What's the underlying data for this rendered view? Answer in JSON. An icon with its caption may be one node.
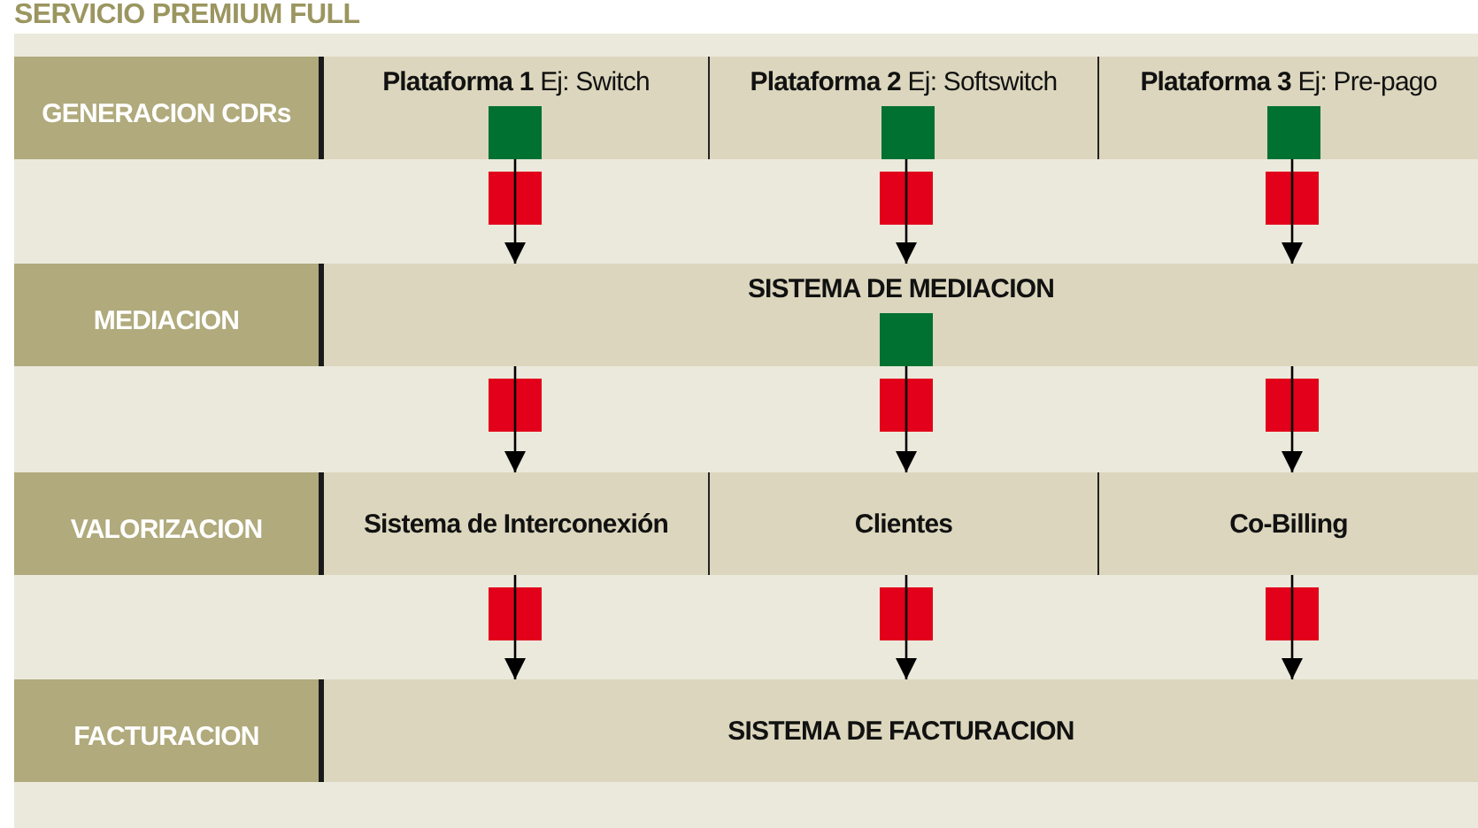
{
  "diagram": {
    "title": "SERVICIO PREMIUM FULL",
    "nodes": [
      {
        "text": [
          "GENERACION CDRs"
        ]
      },
      {
        "text": [
          "**Plataforma 1** Ej: Switch"
        ]
      },
      {
        "text": [
          "**Plataforma 2** Ej: Softswitch"
        ]
      },
      {
        "text": [
          "**Plataforma 3** Ej: Pre-pago"
        ]
      },
      {
        "text": [
          "MEDIACION"
        ]
      },
      {
        "text": [
          "SISTEMA DE MEDIACION"
        ]
      },
      {
        "text": [
          "VALORIZACION"
        ]
      },
      {
        "text": [
          "Sistema de Interconexión"
        ]
      },
      {
        "text": [
          "Clientes"
        ]
      },
      {
        "text": [
          "Co-Billing"
        ]
      },
      {
        "text": [
          "FACTURACION"
        ]
      },
      {
        "text": [
          "SISTEMA DE FACTURACION"
        ]
      }
    ],
    "edges": [
      {
        "from": 1,
        "to": 5,
        "arrow": "to"
      },
      {
        "from": 2,
        "to": 5,
        "arrow": "to"
      },
      {
        "from": 3,
        "to": 5,
        "arrow": "to"
      },
      {
        "from": 5,
        "to": 7,
        "arrow": "to"
      },
      {
        "from": 5,
        "to": 8,
        "arrow": "to"
      },
      {
        "from": 5,
        "to": 9,
        "arrow": "to"
      },
      {
        "from": 7,
        "to": 11,
        "arrow": "to"
      },
      {
        "from": 8,
        "to": 11,
        "arrow": "to"
      },
      {
        "from": 9,
        "to": 11,
        "arrow": "to"
      }
    ]
  }
}
